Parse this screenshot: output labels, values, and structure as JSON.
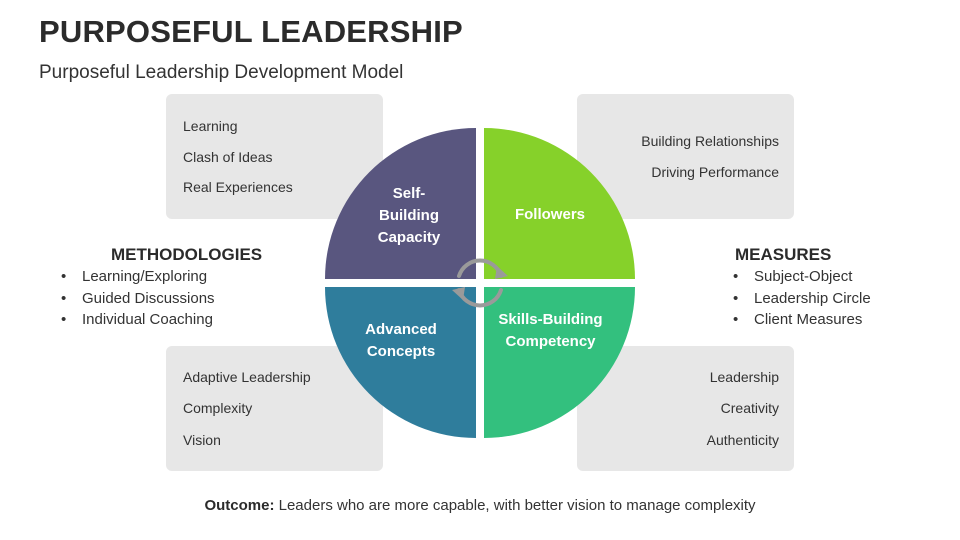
{
  "header": {
    "title": "PURPOSEFUL LEADERSHIP",
    "subtitle": "Purposeful Leadership Development Model"
  },
  "boxes": {
    "top_left": [
      "Learning",
      "Clash of Ideas",
      "Real Experiences"
    ],
    "top_right": [
      "Building Relationships",
      "Driving Performance"
    ],
    "bottom_left": [
      "Adaptive Leadership",
      "Complexity",
      "Vision"
    ],
    "bottom_right": [
      "Leadership",
      "Creativity",
      "Authenticity"
    ]
  },
  "methodologies": {
    "title": "METHODOLOGIES",
    "items": [
      "Learning/Exploring",
      "Guided Discussions",
      "Individual Coaching"
    ]
  },
  "measures": {
    "title": "MEASURES",
    "items": [
      "Subject-Object",
      "Leadership Circle",
      "Client Measures"
    ]
  },
  "quadrants": {
    "top_left": {
      "label_lines": [
        "Self-",
        "Building",
        "Capacity"
      ],
      "color": "#59567f"
    },
    "top_right": {
      "label_lines": [
        "Followers"
      ],
      "color": "#86d12a"
    },
    "bottom_left": {
      "label_lines": [
        "Advanced",
        "Concepts"
      ],
      "color": "#2f7d9c"
    },
    "bottom_right": {
      "label_lines": [
        "Skills-Building",
        "Competency"
      ],
      "color": "#33c07e"
    }
  },
  "center_icon": "circular-arrows-icon",
  "outcome": {
    "label": "Outcome:",
    "text": " Leaders who are more capable, with better vision to manage complexity"
  }
}
